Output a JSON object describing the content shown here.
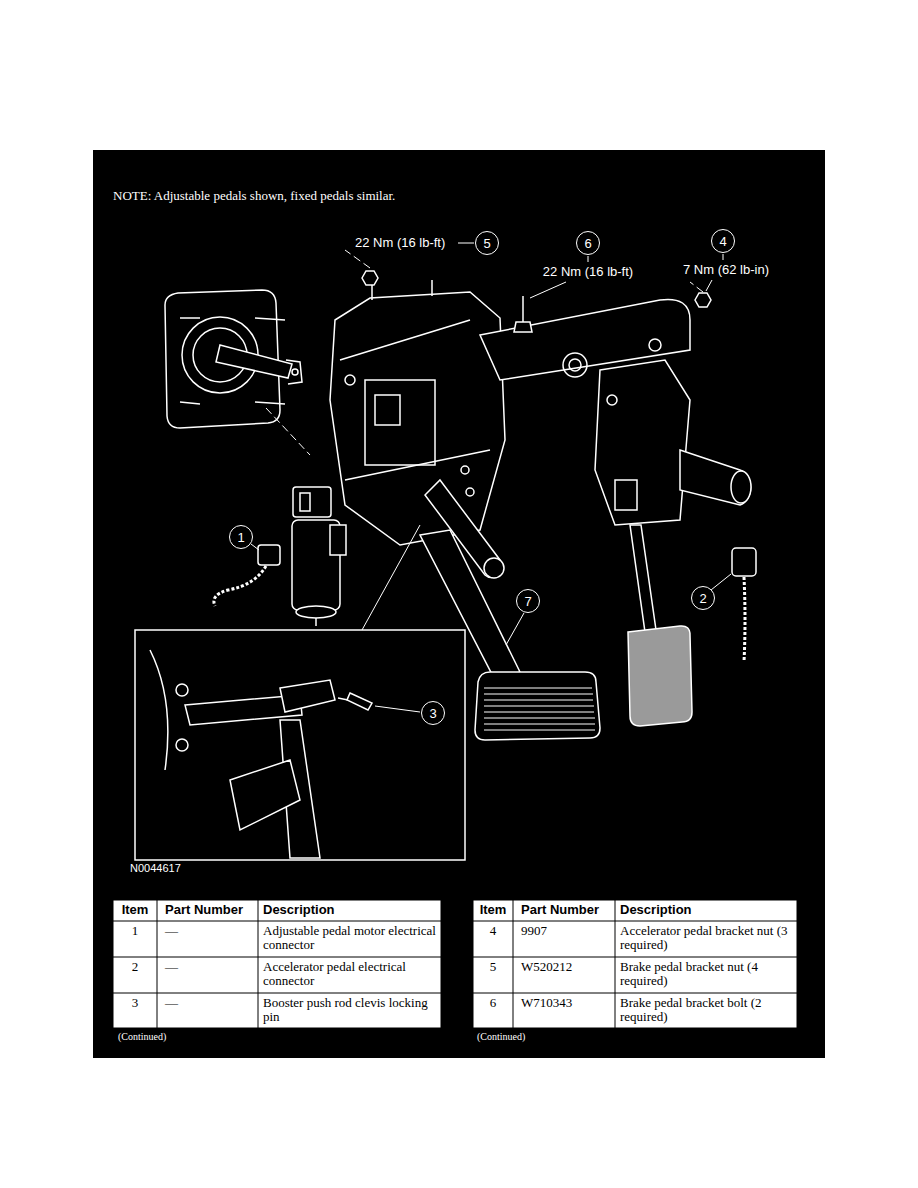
{
  "diagram": {
    "nodes": [
      {
        "text": [
          "5"
        ]
      },
      {
        "text": [
          "6"
        ]
      },
      {
        "text": [
          "4"
        ]
      },
      {
        "text": [
          "1"
        ]
      },
      {
        "text": [
          "2"
        ]
      },
      {
        "text": [
          "7"
        ]
      },
      {
        "text": [
          "3"
        ]
      }
    ],
    "labels": [
      "NOTE: Adjustable pedals shown, fixed pedals similar.",
      "22 Nm (16 lb-ft)",
      "22 Nm (16 lb-ft)",
      "7 Nm (62 lb-in)",
      "N0044617",
      "Item",
      "Part Number",
      "Description",
      "1",
      "—",
      "Adjustable pedal motor electrical connector",
      "2",
      "—",
      "Accelerator pedal electrical connector",
      "3",
      "—",
      "Booster push rod clevis locking pin",
      "(Continued)",
      "Item",
      "Part Number",
      "Description",
      "4",
      "9907",
      "Accelerator pedal bracket nut (3 required)",
      "5",
      "W520212",
      "Brake pedal bracket nut (4 required)",
      "6",
      "W710343",
      "Brake pedal bracket bolt (2 required)",
      "(Continued)"
    ]
  }
}
